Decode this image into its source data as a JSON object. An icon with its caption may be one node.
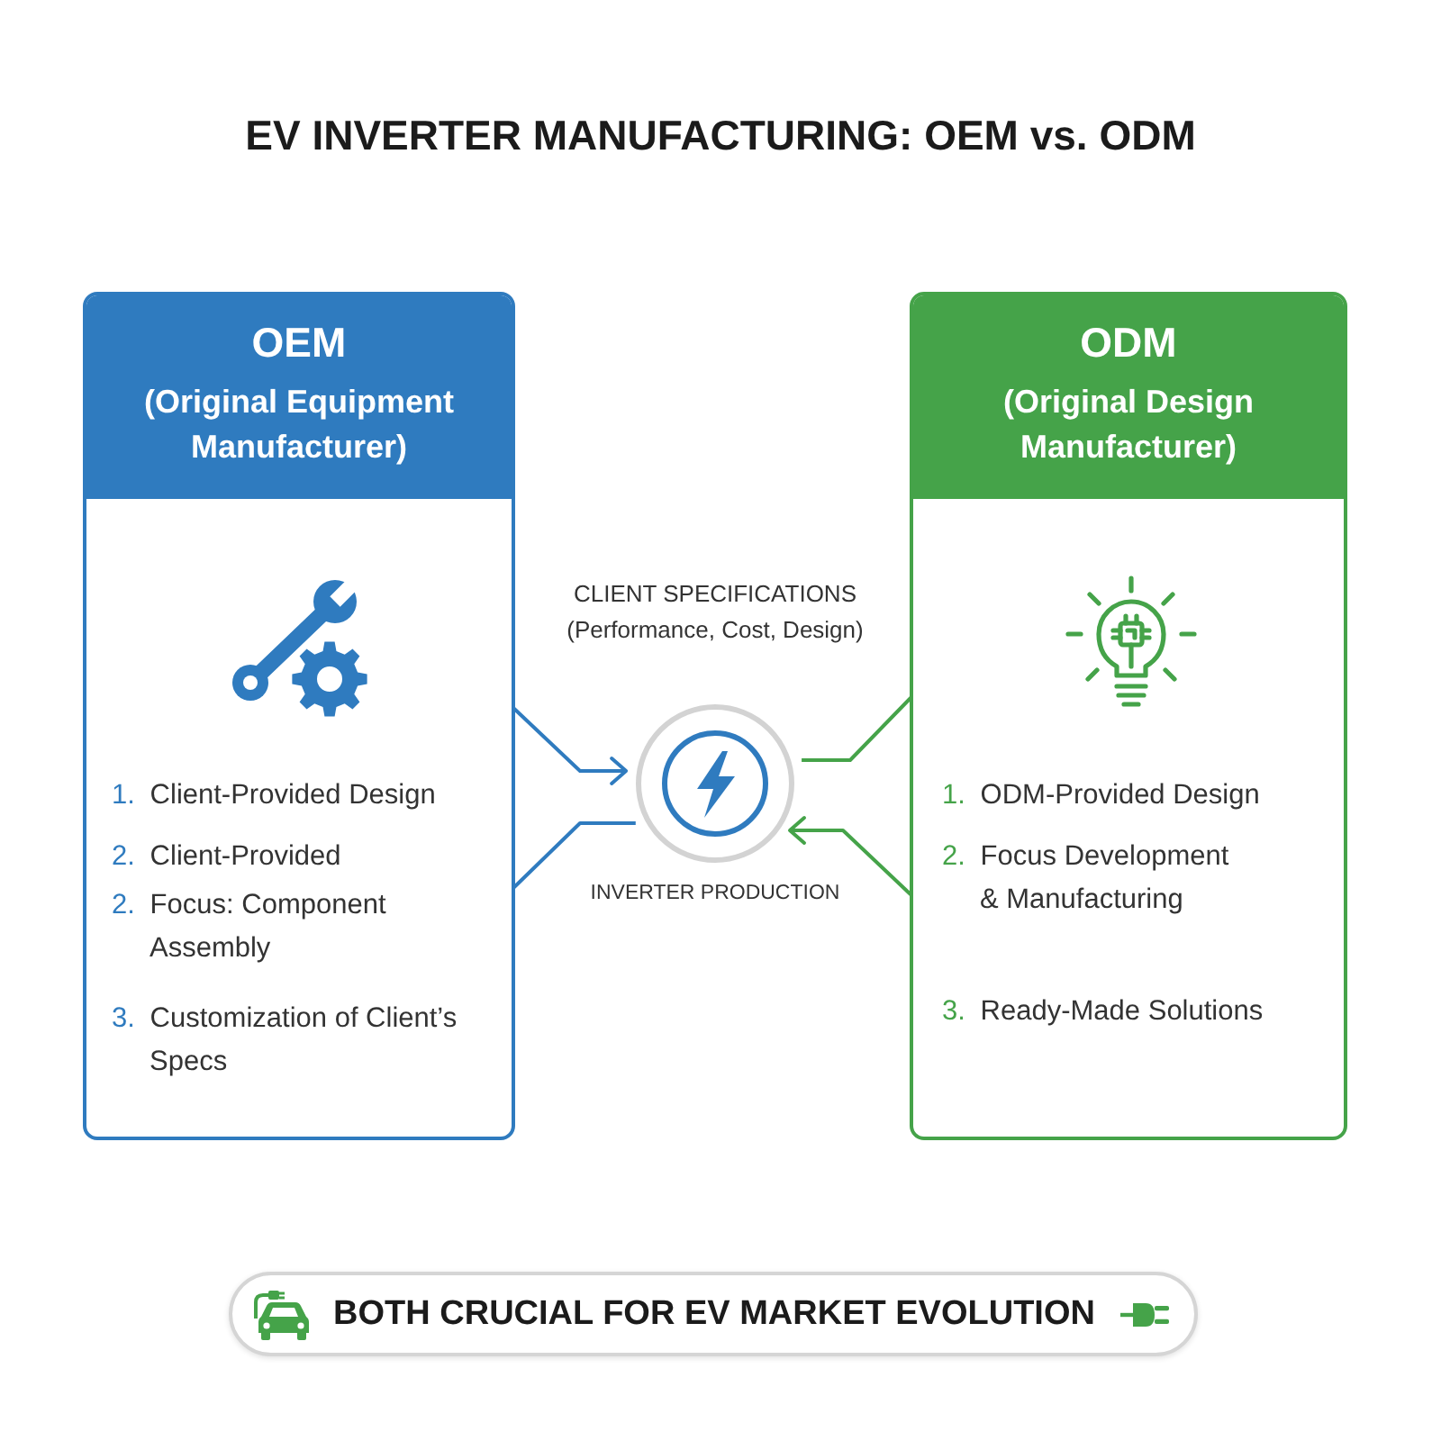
{
  "diagram": {
    "title": "EV INVERTER MANUFACTURING: OEM vs. ODM",
    "nodes": [
      {
        "text": [
          "OEM",
          "(Original Equipment Manufacturer)",
          "1. Client-Provided Design",
          "2. Client-Provided",
          "2. Focus: Component Assembly",
          "3. Customization of Client’s Specs"
        ]
      },
      {
        "text": [
          "ODM",
          "(Original Design Manufacturer)",
          "1. ODM-Provided Design",
          "2. Focus Development & Manufacturing",
          "3. Ready-Made Solutions"
        ]
      },
      {
        "text": [],
        "shape": "circle",
        "beside": [
          "CLIENT SPECIFICATIONS (Performance, Cost, Design)",
          "INVERTER PRODUCTION"
        ]
      },
      {
        "text": [
          "BOTH CRUCIAL FOR EV MARKET EVOLUTION"
        ]
      }
    ],
    "edges": [
      {
        "from": 0,
        "to": 2,
        "arrow": "to",
        "color": "#2f7bbf"
      },
      {
        "from": 2,
        "to": 0,
        "arrow": "none",
        "color": "#2f7bbf"
      },
      {
        "from": 1,
        "to": 2,
        "arrow": "none",
        "color": "#45a349"
      },
      {
        "from": 1,
        "to": 2,
        "arrow": "to",
        "color": "#45a349"
      }
    ]
  }
}
